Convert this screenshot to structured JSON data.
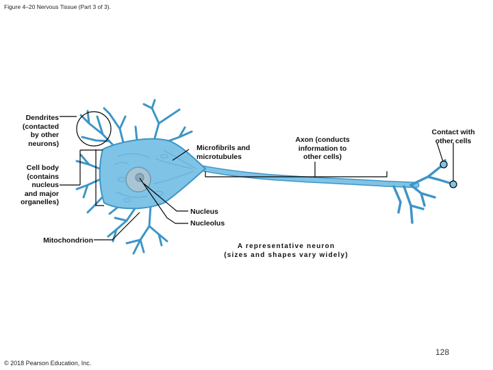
{
  "figure_title": "Figure 4–20 Nervous Tissue (Part 3 of 3).",
  "labels": {
    "dendrites": [
      "Dendrites",
      "(contacted",
      "by other",
      "neurons)"
    ],
    "cell_body": [
      "Cell body",
      "(contains",
      "nucleus",
      "and major",
      "organelles)"
    ],
    "mitochondrion": "Mitochondrion",
    "microfibrils": [
      "Microfibrils and",
      "microtubules"
    ],
    "axon": [
      "Axon (conducts",
      "information to",
      "other cells)"
    ],
    "contact": [
      "Contact with",
      "other cells"
    ],
    "nucleus": "Nucleus",
    "nucleolus": "Nucleolus"
  },
  "caption": [
    "A representative neuron",
    "(sizes and shapes vary widely)"
  ],
  "page_number": "128",
  "copyright": "© 2018 Pearson Education, Inc.",
  "colors": {
    "neuron_fill": "#7fc3e6",
    "neuron_stroke": "#3d95c6",
    "nucleus_fill": "#a9c4d3",
    "leader_line": "#000000"
  }
}
